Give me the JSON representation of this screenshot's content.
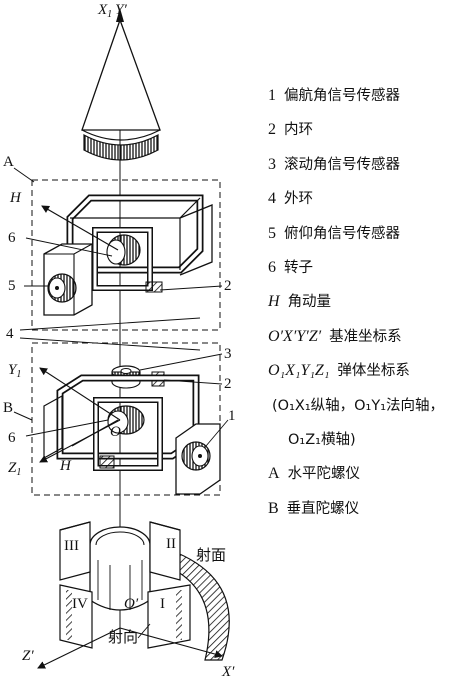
{
  "diagram": {
    "axis_top_x": "X",
    "axis_top_x_sub": "1",
    "axis_top_y": "Y′",
    "label_A": "A",
    "label_B": "B",
    "label_H_top": "H",
    "label_H_bottom": "H",
    "label_6_top": "6",
    "label_6_bottom": "6",
    "label_5": "5",
    "label_2_top": "2",
    "label_2_bottom": "2",
    "label_3": "3",
    "label_4": "4",
    "label_1": "1",
    "label_Y1": "Y",
    "label_Y1_sub": "1",
    "label_Z1": "Z",
    "label_Z1_sub": "1",
    "label_O": "O",
    "label_O_prime": "O′",
    "label_Z_prime": "Z′",
    "label_X_prime": "X′",
    "roman_III": "III",
    "roman_II": "II",
    "roman_IV": "IV",
    "roman_I": "I",
    "label_shemian": "射面",
    "label_shexiang": "射向"
  },
  "legend": [
    {
      "key": "1",
      "text": "偏航角信号传感器"
    },
    {
      "key": "2",
      "text": "内环"
    },
    {
      "key": "3",
      "text": "滚动角信号传感器"
    },
    {
      "key": "4",
      "text": "外环"
    },
    {
      "key": "5",
      "text": "俯仰角信号传感器"
    },
    {
      "key": "6",
      "text": "转子"
    },
    {
      "key": "H",
      "text": "角动量"
    },
    {
      "key": "O′X′Y′Z′",
      "text": "基准坐标系"
    },
    {
      "key": "O₁X₁Y₁Z₁",
      "text": "弹体坐标系"
    },
    {
      "key": "",
      "text": "(O₁X₁纵轴，O₁Y₁法向轴，"
    },
    {
      "key": "",
      "text": "O₁Z₁横轴)"
    },
    {
      "key": "A",
      "text": "水平陀螺仪"
    },
    {
      "key": "B",
      "text": "垂直陀螺仪"
    }
  ]
}
